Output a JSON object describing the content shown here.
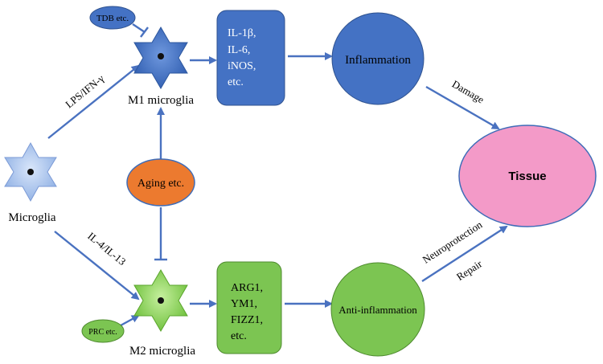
{
  "nodes": {
    "microglia": "Microglia",
    "m1": "M1 microglia",
    "m2": "M2 microglia",
    "tdb": "TDB etc.",
    "prc": "PRC etc.",
    "aging": "Aging etc.",
    "m1_markers": [
      "IL-1β,",
      "IL-6,",
      "iNOS,",
      "etc."
    ],
    "m2_markers": [
      "ARG1,",
      "YM1,",
      "FIZZ1,",
      "etc."
    ],
    "inflammation": "Inflammation",
    "anti_inflammation": "Anti-inflammation",
    "tissue": "Tissue"
  },
  "edges": {
    "lps": "LPS/IFN-γ",
    "il4": "IL-4/IL-13",
    "damage": "Damage",
    "neuroprotection": "Neuroprotection",
    "repair": "Repair"
  },
  "colors": {
    "arrow": "#4a72c0",
    "m1_box": "#4472c4",
    "inflammation": "#4472c4",
    "m2_box": "#7cc552",
    "anti_inflammation": "#7cc552",
    "tissue": "#f39ac8",
    "aging": "#ec7a2f",
    "star_blue": "#3f6fc4",
    "star_light": "#9cbbe8",
    "star_green": "#8fd45a"
  }
}
